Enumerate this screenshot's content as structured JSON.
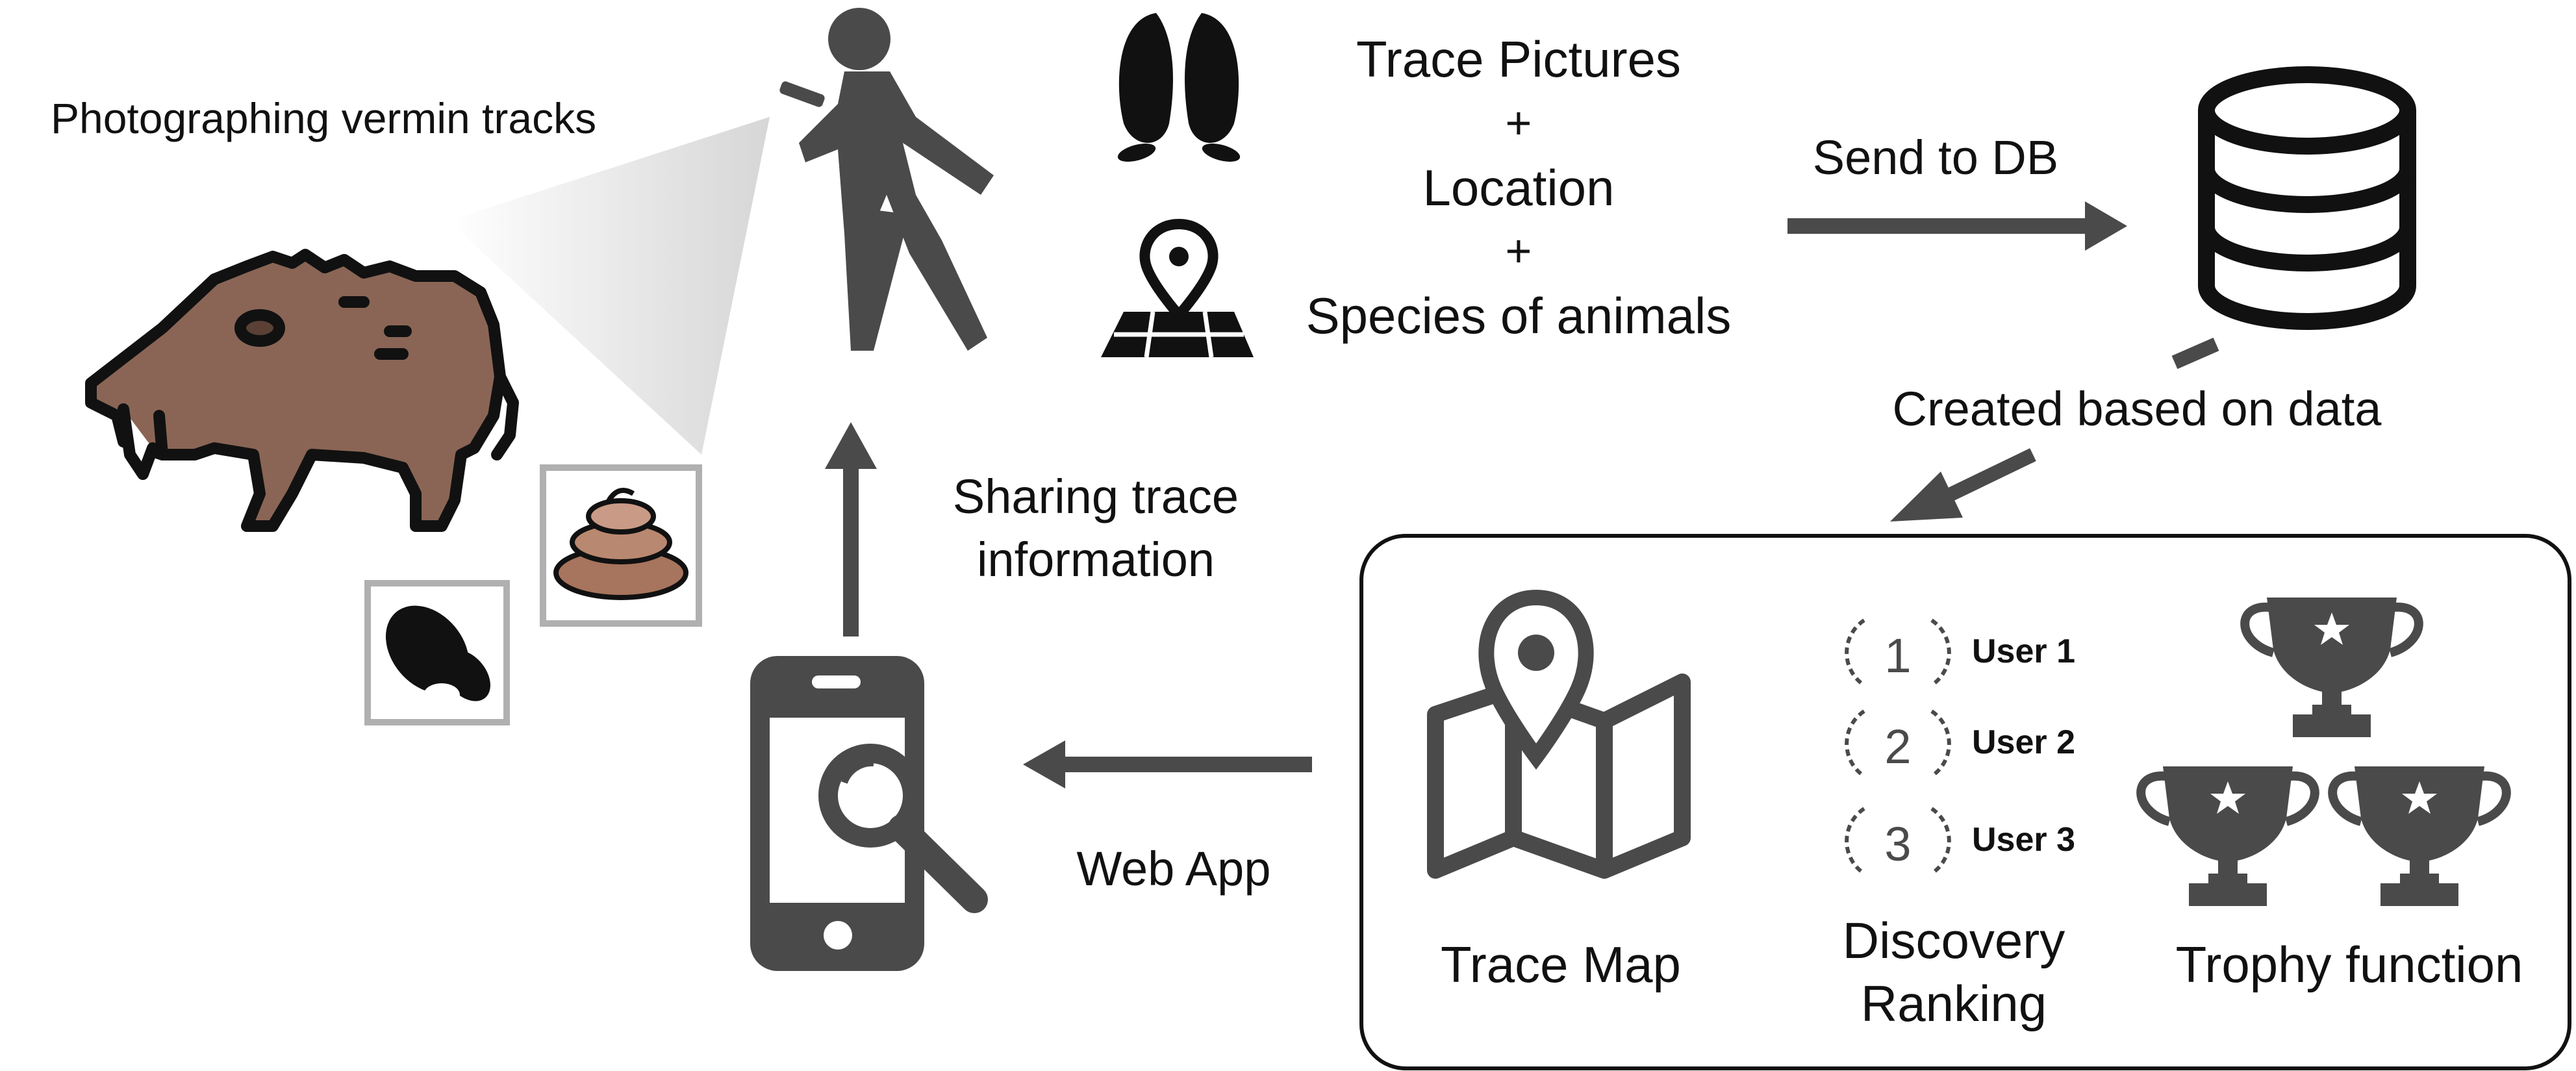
{
  "labels": {
    "photographing": "Photographing vermin tracks",
    "trace_pictures": "Trace Pictures",
    "plus_1": "+",
    "location": "Location",
    "plus_2": "+",
    "species": "Species of animals",
    "send_to_db": "Send to DB",
    "created_based_on_data": "Created based on data",
    "sharing_line1": "Sharing trace",
    "sharing_line2": "information",
    "web_app": "Web App",
    "trace_map": "Trace Map",
    "discovery_line1": "Discovery",
    "discovery_line2": "Ranking",
    "trophy_function": "Trophy function"
  },
  "ranking": [
    {
      "rank": "1",
      "user": "User 1"
    },
    {
      "rank": "2",
      "user": "User 2"
    },
    {
      "rank": "3",
      "user": "User 3"
    }
  ],
  "colors": {
    "icon_dark": "#4a4a4a",
    "boar_fill": "#8a6555",
    "poop_fill": "#b98870",
    "photo_frame": "#b0b0b0",
    "box_border": "#111111"
  },
  "icons": [
    "boar-icon",
    "walking-person-icon",
    "hoof-print-icon",
    "map-pin-icon",
    "database-icon",
    "smartphone-search-icon",
    "trace-map-icon",
    "laurel-rank-icon",
    "trophy-icon",
    "poop-icon",
    "footprint-icon"
  ]
}
